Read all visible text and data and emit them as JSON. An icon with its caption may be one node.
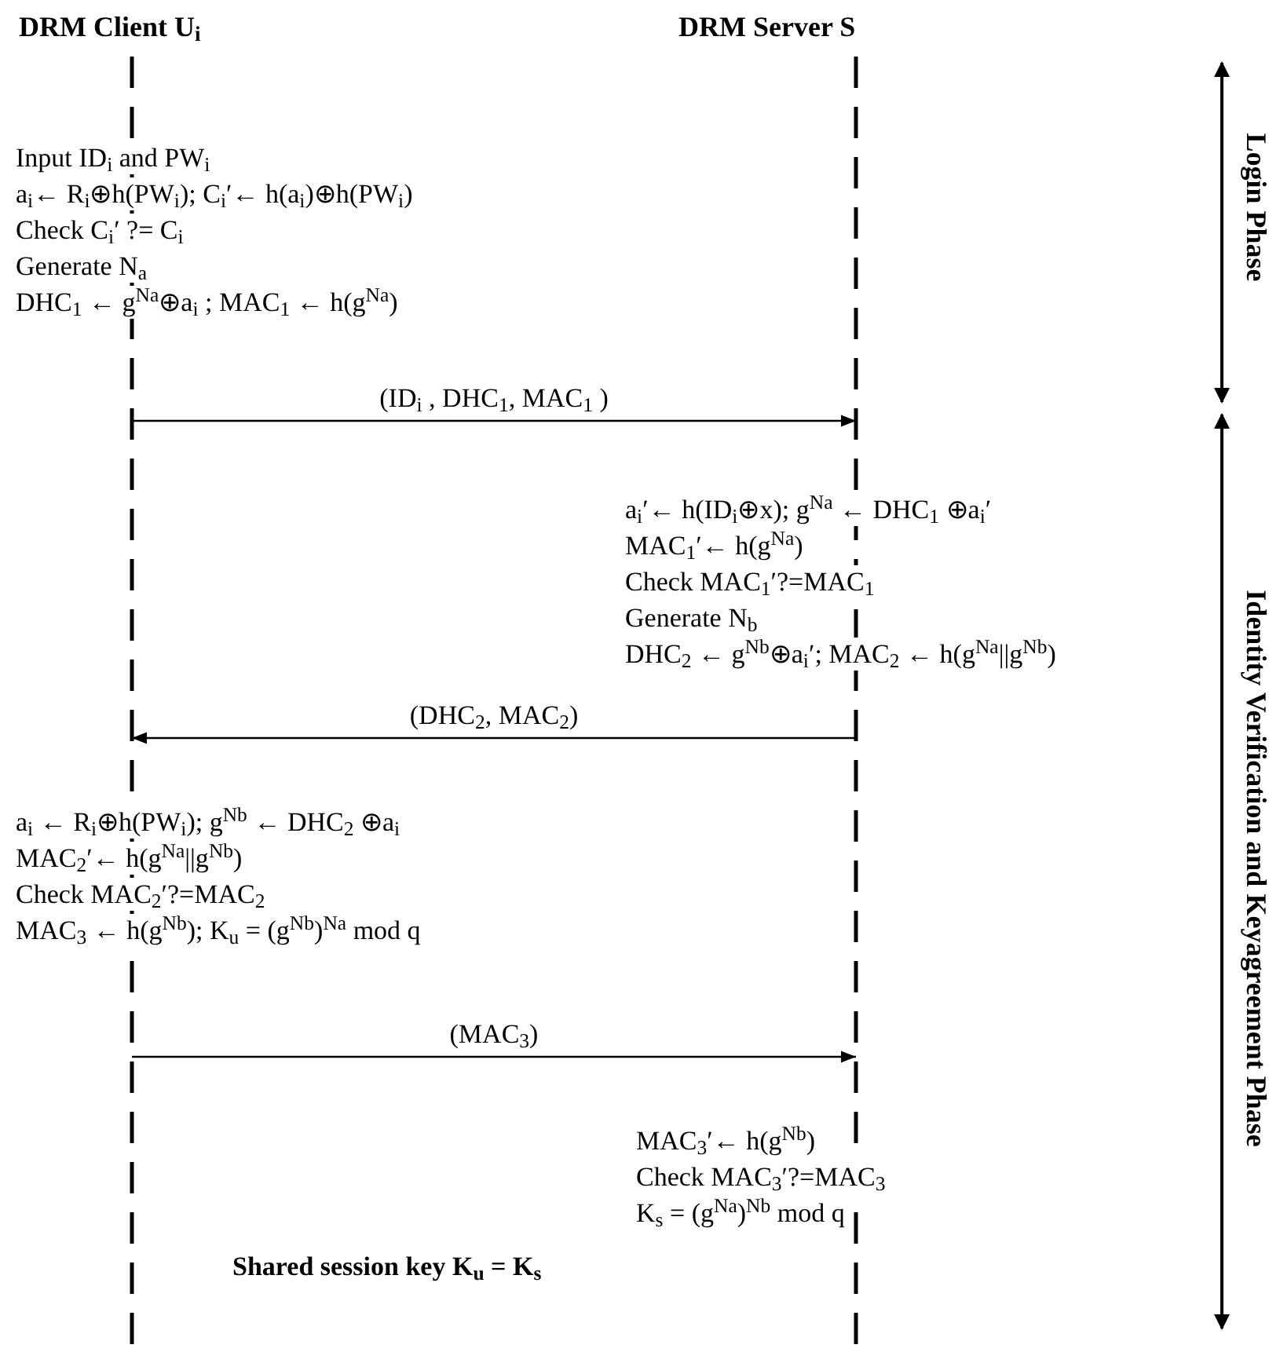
{
  "diagram": {
    "nodes": [
      {
        "text": [
          "DRM Client U$_{i}$"
        ]
      },
      {
        "text": [
          "DRM Server S"
        ]
      }
    ],
    "edges": [
      {
        "from": 0,
        "to": 1,
        "arrow": "to",
        "label": "(ID$_{i}$ , DHC$_{1}$, MAC$_{1}$ )"
      },
      {
        "from": 1,
        "to": 0,
        "arrow": "to",
        "label": "(DHC$_{2}$, MAC$_{2}$)"
      },
      {
        "from": 0,
        "to": 1,
        "arrow": "to",
        "label": "(MAC$_{3}$)"
      }
    ],
    "labels": [
      "Login Phase",
      "Input ID$_{i}$ and PW$_{i}$",
      "a$_{i}$← R$_{i}$⊕h(PW$_{i}$);  C$_{i}$′← h(a$_{i}$)⊕h(PW$_{i}$)",
      "Check  C$_{i}$′ ?= C$_{i}$",
      "Generate N$_{a}$",
      "DHC$_{1}$ ← g$^{Na}$⊕a$_{i}$ ; MAC$_{1}$ ← h(g$^{Na}$)",
      "Identity Verification and Keyagreement Phase",
      "a$_{i}$′← h(ID$_{i}$⊕x); g$^{Na}$ ← DHC$_{1}$ ⊕a$_{i}$′",
      "MAC$_{1}$′← h(g$^{Na}$)",
      "Check MAC$_{1}$′?=MAC$_{1}$",
      "Generate N$_{b}$",
      "DHC$_{2}$ ← g$^{Nb}$⊕a$_{i}$′; MAC$_{2}$ ← h(g$^{Na}$||g$^{Nb}$)",
      "a$_{i}$ ← R$_{i}$⊕h(PW$_{i}$); g$^{Nb}$ ← DHC$_{2}$ ⊕a$_{i}$",
      "MAC$_{2}$′← h(g$^{Na}$||g$^{Nb}$)",
      "Check MAC$_{2}$′?=MAC$_{2}$",
      "MAC$_{3}$ ← h(g$^{Nb}$); K$_{u}$ = (g$^{Nb}$)$^{Na}$ mod q",
      "MAC$_{3}$′← h(g$^{Nb}$)",
      "Check MAC$_{3}$′?=MAC$_{3}$",
      "K$_{s}$ = (g$^{Na}$)$^{Nb}$ mod q",
      "Shared session key K$_{u}$ = K$_{s}$"
    ]
  }
}
